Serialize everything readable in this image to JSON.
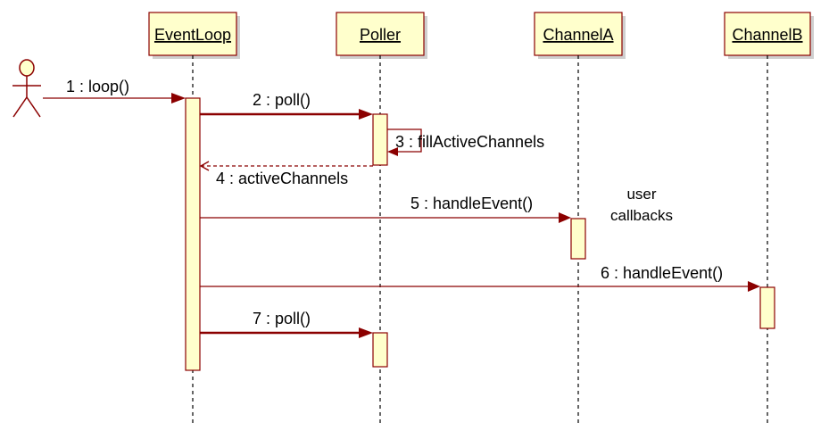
{
  "lifelines": [
    {
      "id": "eventloop",
      "label": "EventLoop"
    },
    {
      "id": "poller",
      "label": "Poller"
    },
    {
      "id": "channela",
      "label": "ChannelA"
    },
    {
      "id": "channelb",
      "label": "ChannelB"
    }
  ],
  "messages": [
    {
      "id": "m1",
      "label": "1 : loop()"
    },
    {
      "id": "m2",
      "label": "2 : poll()"
    },
    {
      "id": "m3",
      "label": "3 : fillActiveChannels"
    },
    {
      "id": "m4",
      "label": "4 : activeChannels"
    },
    {
      "id": "m5",
      "label": "5 : handleEvent()"
    },
    {
      "id": "m6",
      "label": "6 : handleEvent()"
    },
    {
      "id": "m7",
      "label": "7 : poll()"
    }
  ],
  "note": {
    "line1": "user",
    "line2": "callbacks"
  },
  "colors": {
    "box_fill": "#ffffcc",
    "border": "#8b0000"
  }
}
